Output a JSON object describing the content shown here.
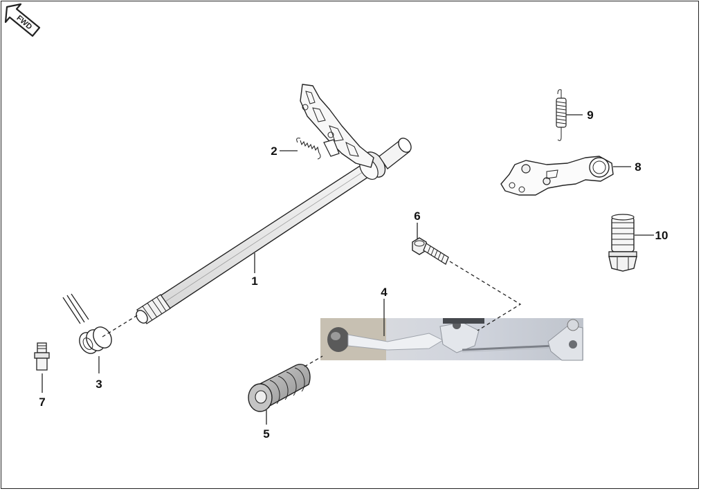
{
  "badge": {
    "text": "FWD"
  },
  "callouts": [
    {
      "id": "1",
      "label": "1"
    },
    {
      "id": "2",
      "label": "2"
    },
    {
      "id": "3",
      "label": "3"
    },
    {
      "id": "4",
      "label": "4"
    },
    {
      "id": "5",
      "label": "5"
    },
    {
      "id": "6",
      "label": "6"
    },
    {
      "id": "7",
      "label": "7"
    },
    {
      "id": "8",
      "label": "8"
    },
    {
      "id": "9",
      "label": "9"
    },
    {
      "id": "10",
      "label": "10"
    }
  ],
  "colors": {
    "line": "#222222",
    "rubber": "#b8b8b8",
    "photo_bg": "#d4d6dc"
  }
}
